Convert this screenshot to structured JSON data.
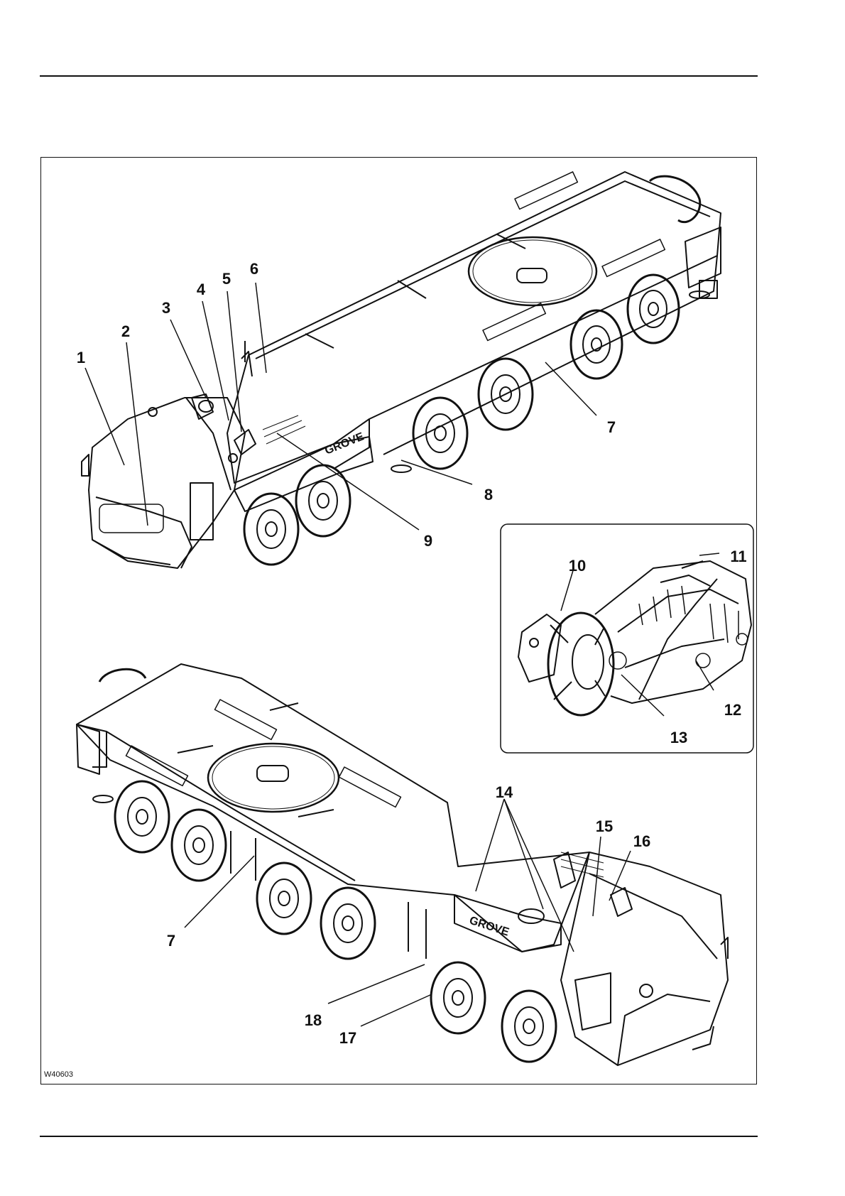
{
  "figure_id": "W40603",
  "inset_logo_text": "GROVE",
  "callouts": [
    {
      "id": "c1",
      "label": "1"
    },
    {
      "id": "c2",
      "label": "2"
    },
    {
      "id": "c3",
      "label": "3"
    },
    {
      "id": "c4",
      "label": "4"
    },
    {
      "id": "c5",
      "label": "5"
    },
    {
      "id": "c6",
      "label": "6"
    },
    {
      "id": "c7a",
      "label": "7"
    },
    {
      "id": "c8",
      "label": "8"
    },
    {
      "id": "c9",
      "label": "9"
    },
    {
      "id": "c10",
      "label": "10"
    },
    {
      "id": "c11",
      "label": "11"
    },
    {
      "id": "c12",
      "label": "12"
    },
    {
      "id": "c13",
      "label": "13"
    },
    {
      "id": "c14",
      "label": "14"
    },
    {
      "id": "c15",
      "label": "15"
    },
    {
      "id": "c16",
      "label": "16"
    },
    {
      "id": "c7b",
      "label": "7"
    },
    {
      "id": "c18",
      "label": "18"
    },
    {
      "id": "c17",
      "label": "17"
    }
  ]
}
